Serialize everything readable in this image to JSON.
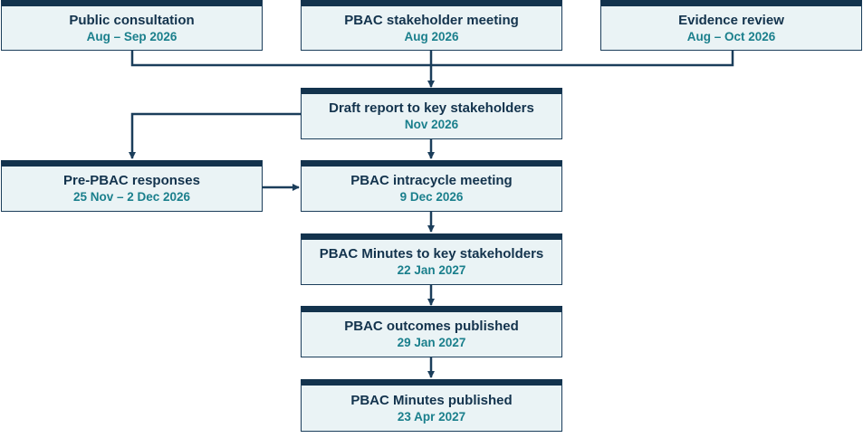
{
  "colors": {
    "header_bar": "#13334d",
    "title_text": "#13334d",
    "date_text": "#1a7f8c",
    "box_fill": "#eaf3f5",
    "connector": "#1b3e5b"
  },
  "nodes": {
    "public_consultation": {
      "title": "Public consultation",
      "date": "Aug – Sep 2026"
    },
    "pbac_stakeholder_meeting": {
      "title": "PBAC stakeholder meeting",
      "date": "Aug 2026"
    },
    "evidence_review": {
      "title": "Evidence review",
      "date": "Aug – Oct 2026"
    },
    "draft_report": {
      "title": "Draft report to key stakeholders",
      "date": "Nov 2026"
    },
    "pre_pbac_responses": {
      "title": "Pre-PBAC responses",
      "date": "25 Nov – 2 Dec 2026"
    },
    "intracycle_meeting": {
      "title": "PBAC intracycle meeting",
      "date": "9 Dec 2026"
    },
    "minutes_to_stakeholders": {
      "title": "PBAC Minutes to key stakeholders",
      "date": "22 Jan 2027"
    },
    "outcomes_published": {
      "title": "PBAC outcomes published",
      "date": "29 Jan 2027"
    },
    "minutes_published": {
      "title": "PBAC Minutes published",
      "date": "23 Apr 2027"
    }
  }
}
